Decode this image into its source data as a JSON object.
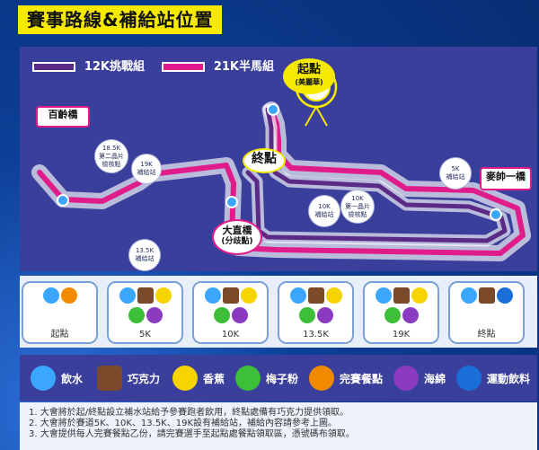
{
  "title": "賽事路線&補給站位置",
  "legend": {
    "route_12k": "12K挑戰組",
    "route_21k": "21K半馬組"
  },
  "map_labels": {
    "start": "起點",
    "start_sub": "(美麗華)",
    "finish": "終點",
    "bridge_bailing": "百齡橋",
    "bridge_maishuai": "麥帥一橋",
    "bridge_dazhi": "大直橋",
    "bridge_dazhi_sub": "(分歧點)"
  },
  "callouts": {
    "c_185k": "18.5K\n第二晶片\n檢核點",
    "c_19k": "19K\n補給站",
    "c_135k": "13.5K\n補給站",
    "c_5k": "5K\n補給站",
    "c_10k_left": "10K\n補給站",
    "c_10k_right": "10K\n第一晶片\n檢核點"
  },
  "stations": [
    {
      "label": "起點",
      "icons": [
        "water-icon",
        "meal-icon"
      ]
    },
    {
      "label": "5K",
      "icons": [
        "water-icon",
        "chocolate-icon",
        "banana-icon",
        "plum-powder-icon",
        "sponge-icon"
      ]
    },
    {
      "label": "10K",
      "icons": [
        "water-icon",
        "chocolate-icon",
        "banana-icon",
        "plum-powder-icon",
        "sponge-icon"
      ]
    },
    {
      "label": "13.5K",
      "icons": [
        "water-icon",
        "chocolate-icon",
        "banana-icon",
        "plum-powder-icon",
        "sponge-icon"
      ]
    },
    {
      "label": "19K",
      "icons": [
        "water-icon",
        "chocolate-icon",
        "banana-icon",
        "plum-powder-icon",
        "sponge-icon"
      ]
    },
    {
      "label": "終點",
      "icons": [
        "water-icon",
        "chocolate-icon",
        "sports-drink-icon"
      ]
    }
  ],
  "legend_items": [
    {
      "icon": "water-icon",
      "label": "飲水",
      "color": "#3aa6ff"
    },
    {
      "icon": "chocolate-icon",
      "label": "巧克力",
      "color": "#7a4a2a"
    },
    {
      "icon": "banana-icon",
      "label": "香蕉",
      "color": "#f5d400"
    },
    {
      "icon": "plum-powder-icon",
      "label": "梅子粉",
      "color": "#3dbf3a"
    },
    {
      "icon": "meal-icon",
      "label": "完賽餐點",
      "color": "#f28a00"
    },
    {
      "icon": "sponge-icon",
      "label": "海綿",
      "color": "#8a3bbf"
    },
    {
      "icon": "sports-drink-icon",
      "label": "運動飲料",
      "color": "#1a6ed8"
    }
  ],
  "notes": [
    "1. 大會將於起/終點設立補水站給予參賽跑者飲用，終點處備有巧克力提供領取。",
    "2. 大會將於賽道5K、10K、13.5K、19K設有補給站，補給內容請參考上圖。",
    "3. 大會提供每人完賽餐點乙份，請完賽選手至起點處餐點領取區，憑號碼布領取。"
  ],
  "colors": {
    "route_12k": "#5b2a86",
    "route_21k": "#e01c8b",
    "title_bg": "#f5e900",
    "map_bg": "#3b3f9c"
  }
}
